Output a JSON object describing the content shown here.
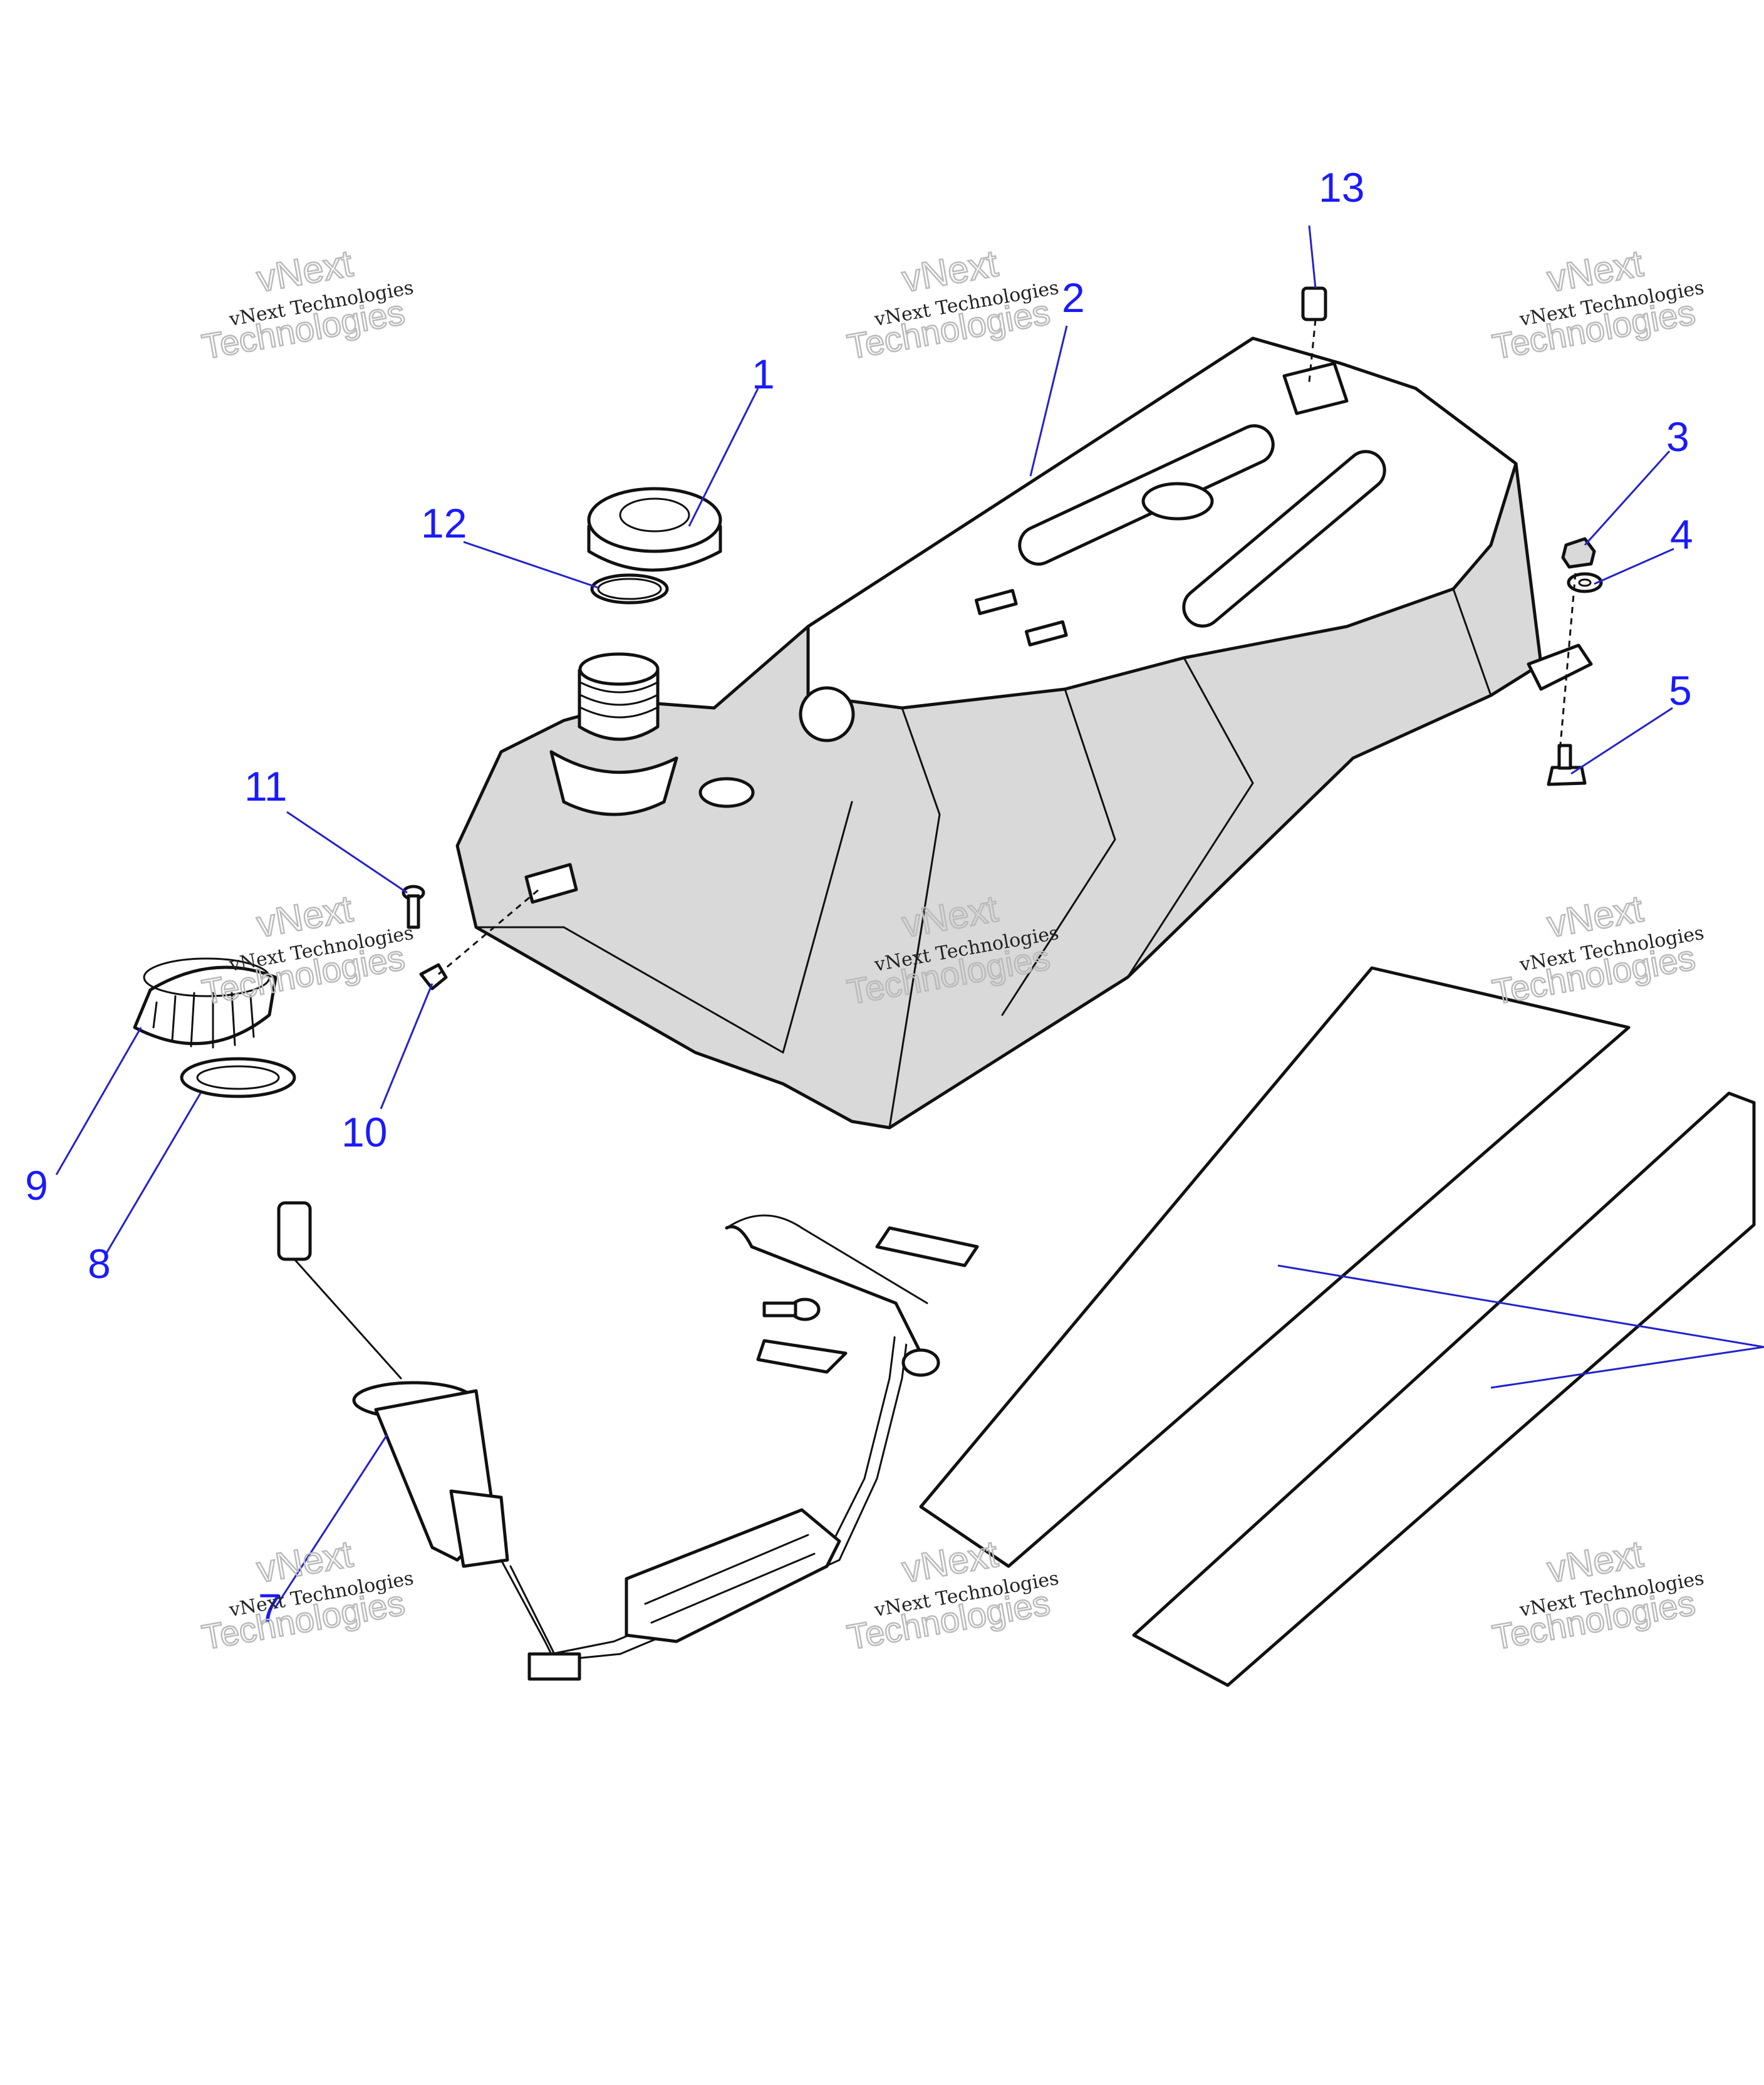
{
  "callouts": [
    {
      "id": "c1",
      "label": "1"
    },
    {
      "id": "c2",
      "label": "2"
    },
    {
      "id": "c3",
      "label": "3"
    },
    {
      "id": "c4",
      "label": "4"
    },
    {
      "id": "c5",
      "label": "5"
    },
    {
      "id": "c7",
      "label": "7"
    },
    {
      "id": "c8",
      "label": "8"
    },
    {
      "id": "c9",
      "label": "9"
    },
    {
      "id": "c10",
      "label": "10"
    },
    {
      "id": "c11",
      "label": "11"
    },
    {
      "id": "c12",
      "label": "12"
    },
    {
      "id": "c13",
      "label": "13"
    }
  ],
  "watermark": {
    "line1": "vNext Technologies",
    "line2": "vNext",
    "line3": "Technologies"
  },
  "colors": {
    "callout": "#1a1aff",
    "leader": "#2222cc",
    "outline": "#111111",
    "shade": "#d9d9d9"
  }
}
